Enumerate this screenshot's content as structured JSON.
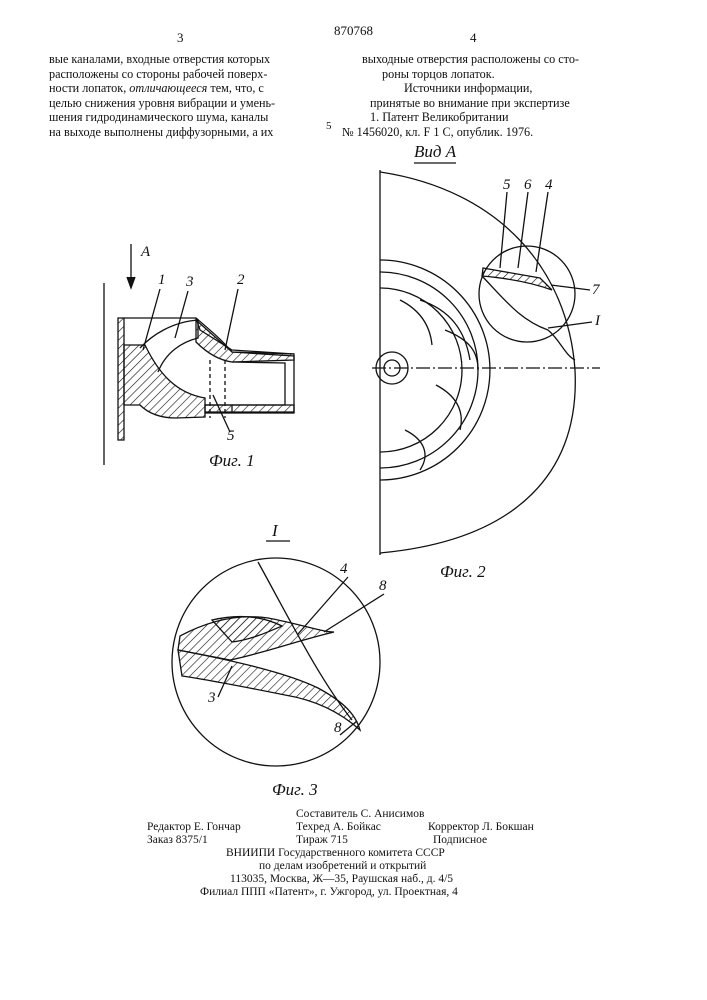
{
  "header": {
    "patent_number": "870768",
    "left_col_number": "3",
    "right_col_number": "4",
    "line_number": "5"
  },
  "left_column": {
    "lines": [
      "вые каналами, входные отверстия которых",
      "расположены со стороны рабочей поверх-",
      "ности лопаток,",
      "отличающееся",
      "тем, что, с",
      "целью снижения уровня вибрации и умень-",
      "шения гидродинамического шума, каналы",
      "на выходе выполнены диффузорными, а их"
    ]
  },
  "right_column": {
    "lines": [
      "выходные отверстия расположены со сто-",
      "роны торцов лопаток.",
      "Источники информации,",
      "принятые во внимание при экспертизе",
      "1. Патент Великобритании",
      "№ 1456020, кл. F 1 C, опублик. 1976."
    ]
  },
  "figures": {
    "fig1": {
      "caption": "Фиг. 1",
      "arrow_label": "A",
      "labels": [
        "1",
        "3",
        "2",
        "5"
      ]
    },
    "fig2": {
      "caption": "Фиг. 2",
      "view_label": "Вид А",
      "labels": [
        "5",
        "6",
        "4",
        "7",
        "I"
      ]
    },
    "fig3": {
      "caption": "Фиг. 3",
      "detail_label": "I",
      "labels": [
        "4",
        "8",
        "3",
        "8"
      ]
    }
  },
  "footer": {
    "editor": "Редактор Е. Гончар",
    "compiler": "Составитель С. Анисимов",
    "techred": "Техред А. Бойкас",
    "corrector": "Корректор Л. Бокшан",
    "order": "Заказ 8375/1",
    "circulation": "Тираж 715",
    "subscription": "Подписное",
    "org_line1": "ВНИИПИ Государственного комитета СССР",
    "org_line2": "по делам изобретений и открытий",
    "org_line3": "113035, Москва, Ж—35, Раушская наб., д. 4/5",
    "branch": "Филиал ППП «Патент», г. Ужгород, ул. Проектная, 4"
  }
}
